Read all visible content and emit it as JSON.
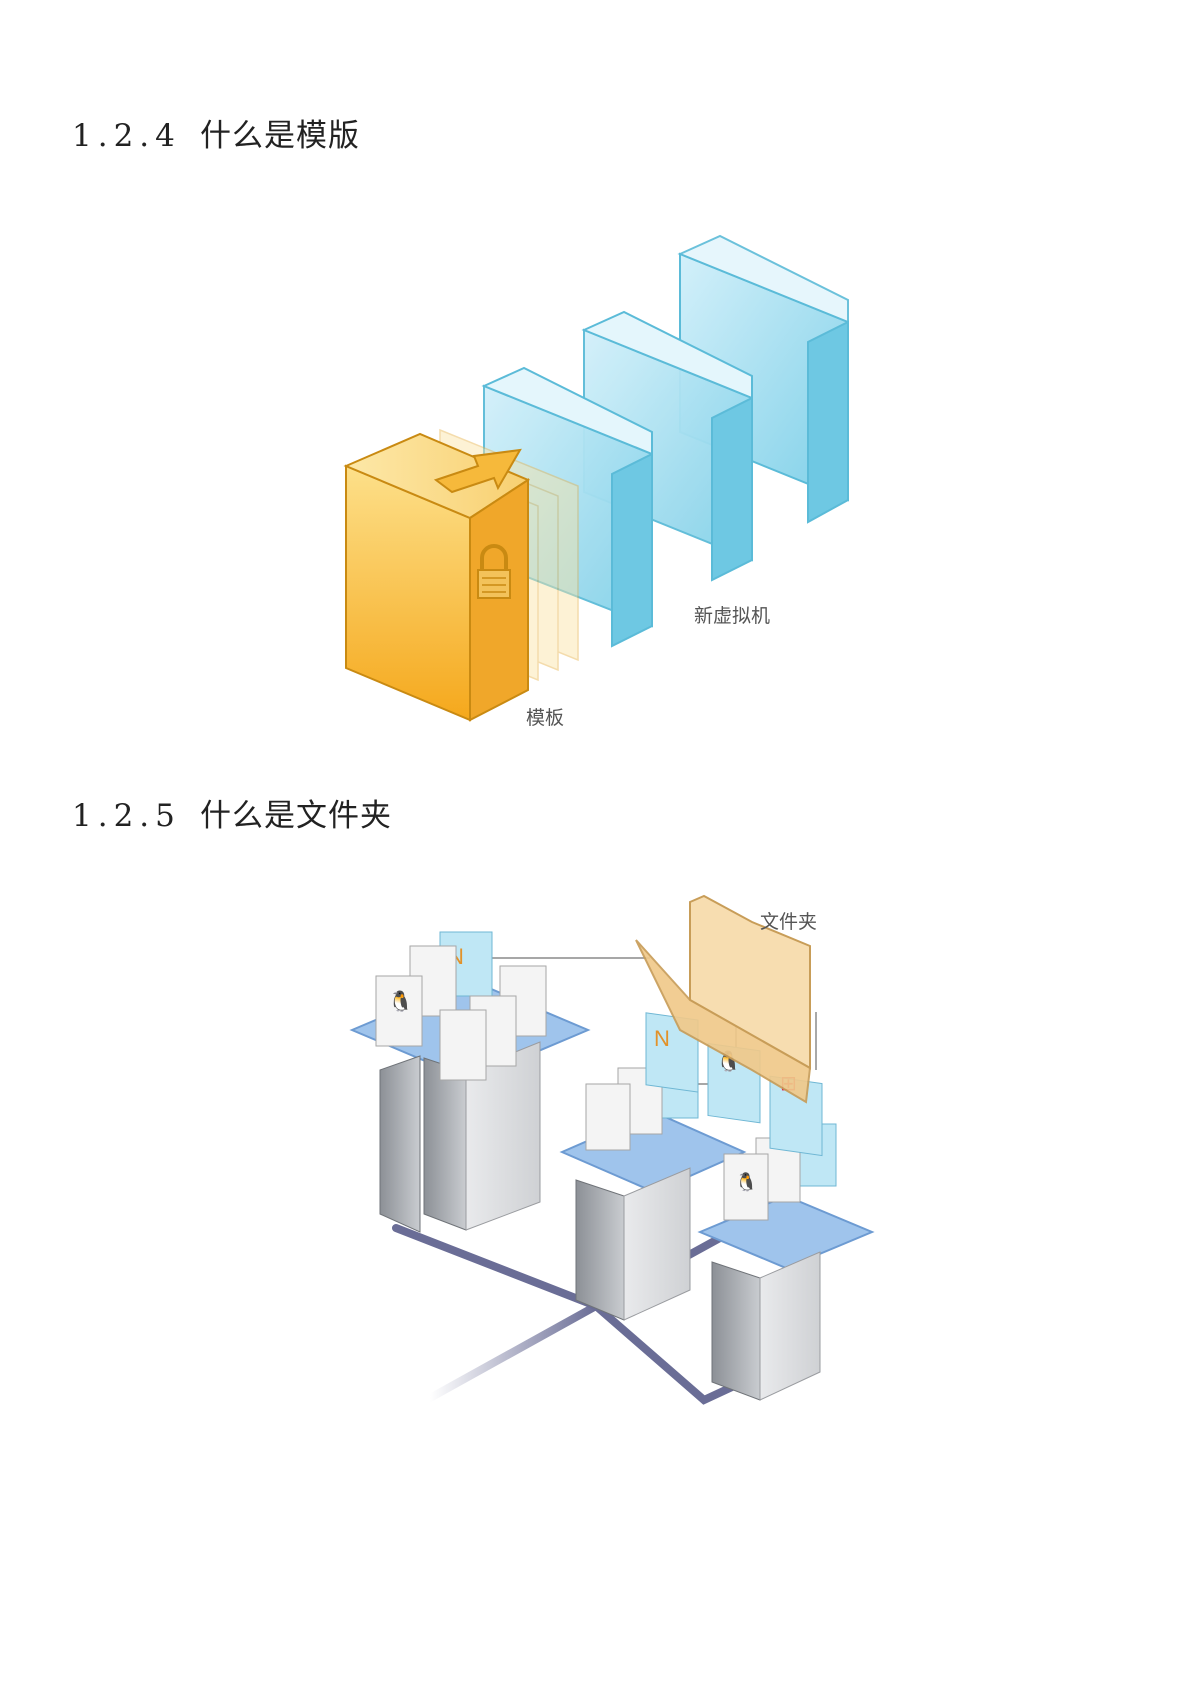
{
  "section_1": {
    "number": "1.2.4",
    "title": "什么是模版",
    "figure": {
      "label_template": "模板",
      "label_new_vms": "新虚拟机"
    }
  },
  "section_2": {
    "number": "1.2.5",
    "title": "什么是文件夹",
    "figure": {
      "label_folder": "文件夹",
      "os_badge_letter": "N"
    }
  }
}
